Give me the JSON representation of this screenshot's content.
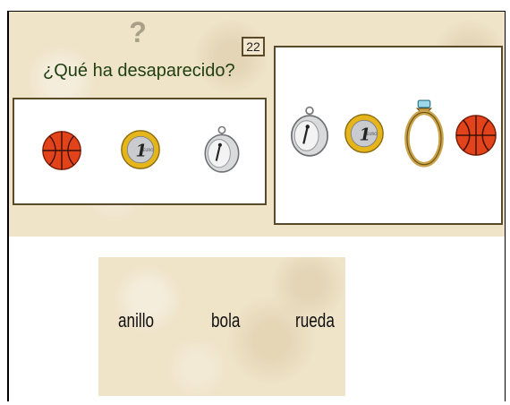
{
  "header": {
    "help_icon": "question-mark-icon",
    "counter": "22",
    "prompt": "¿Qué ha desaparecido?"
  },
  "remaining_items": [
    {
      "icon": "basketball-icon"
    },
    {
      "icon": "euro-coin-icon"
    },
    {
      "icon": "pocket-watch-icon"
    }
  ],
  "original_items": [
    {
      "icon": "pocket-watch-icon"
    },
    {
      "icon": "euro-coin-icon"
    },
    {
      "icon": "ring-icon"
    },
    {
      "icon": "basketball-icon"
    }
  ],
  "answers": {
    "options": [
      "anillo",
      "bola",
      "rueda"
    ]
  },
  "colors": {
    "parchment": "#efe3c8",
    "border": "#5a4a2a",
    "prompt_text": "#1f3f10",
    "basketball": "#e2431b"
  }
}
